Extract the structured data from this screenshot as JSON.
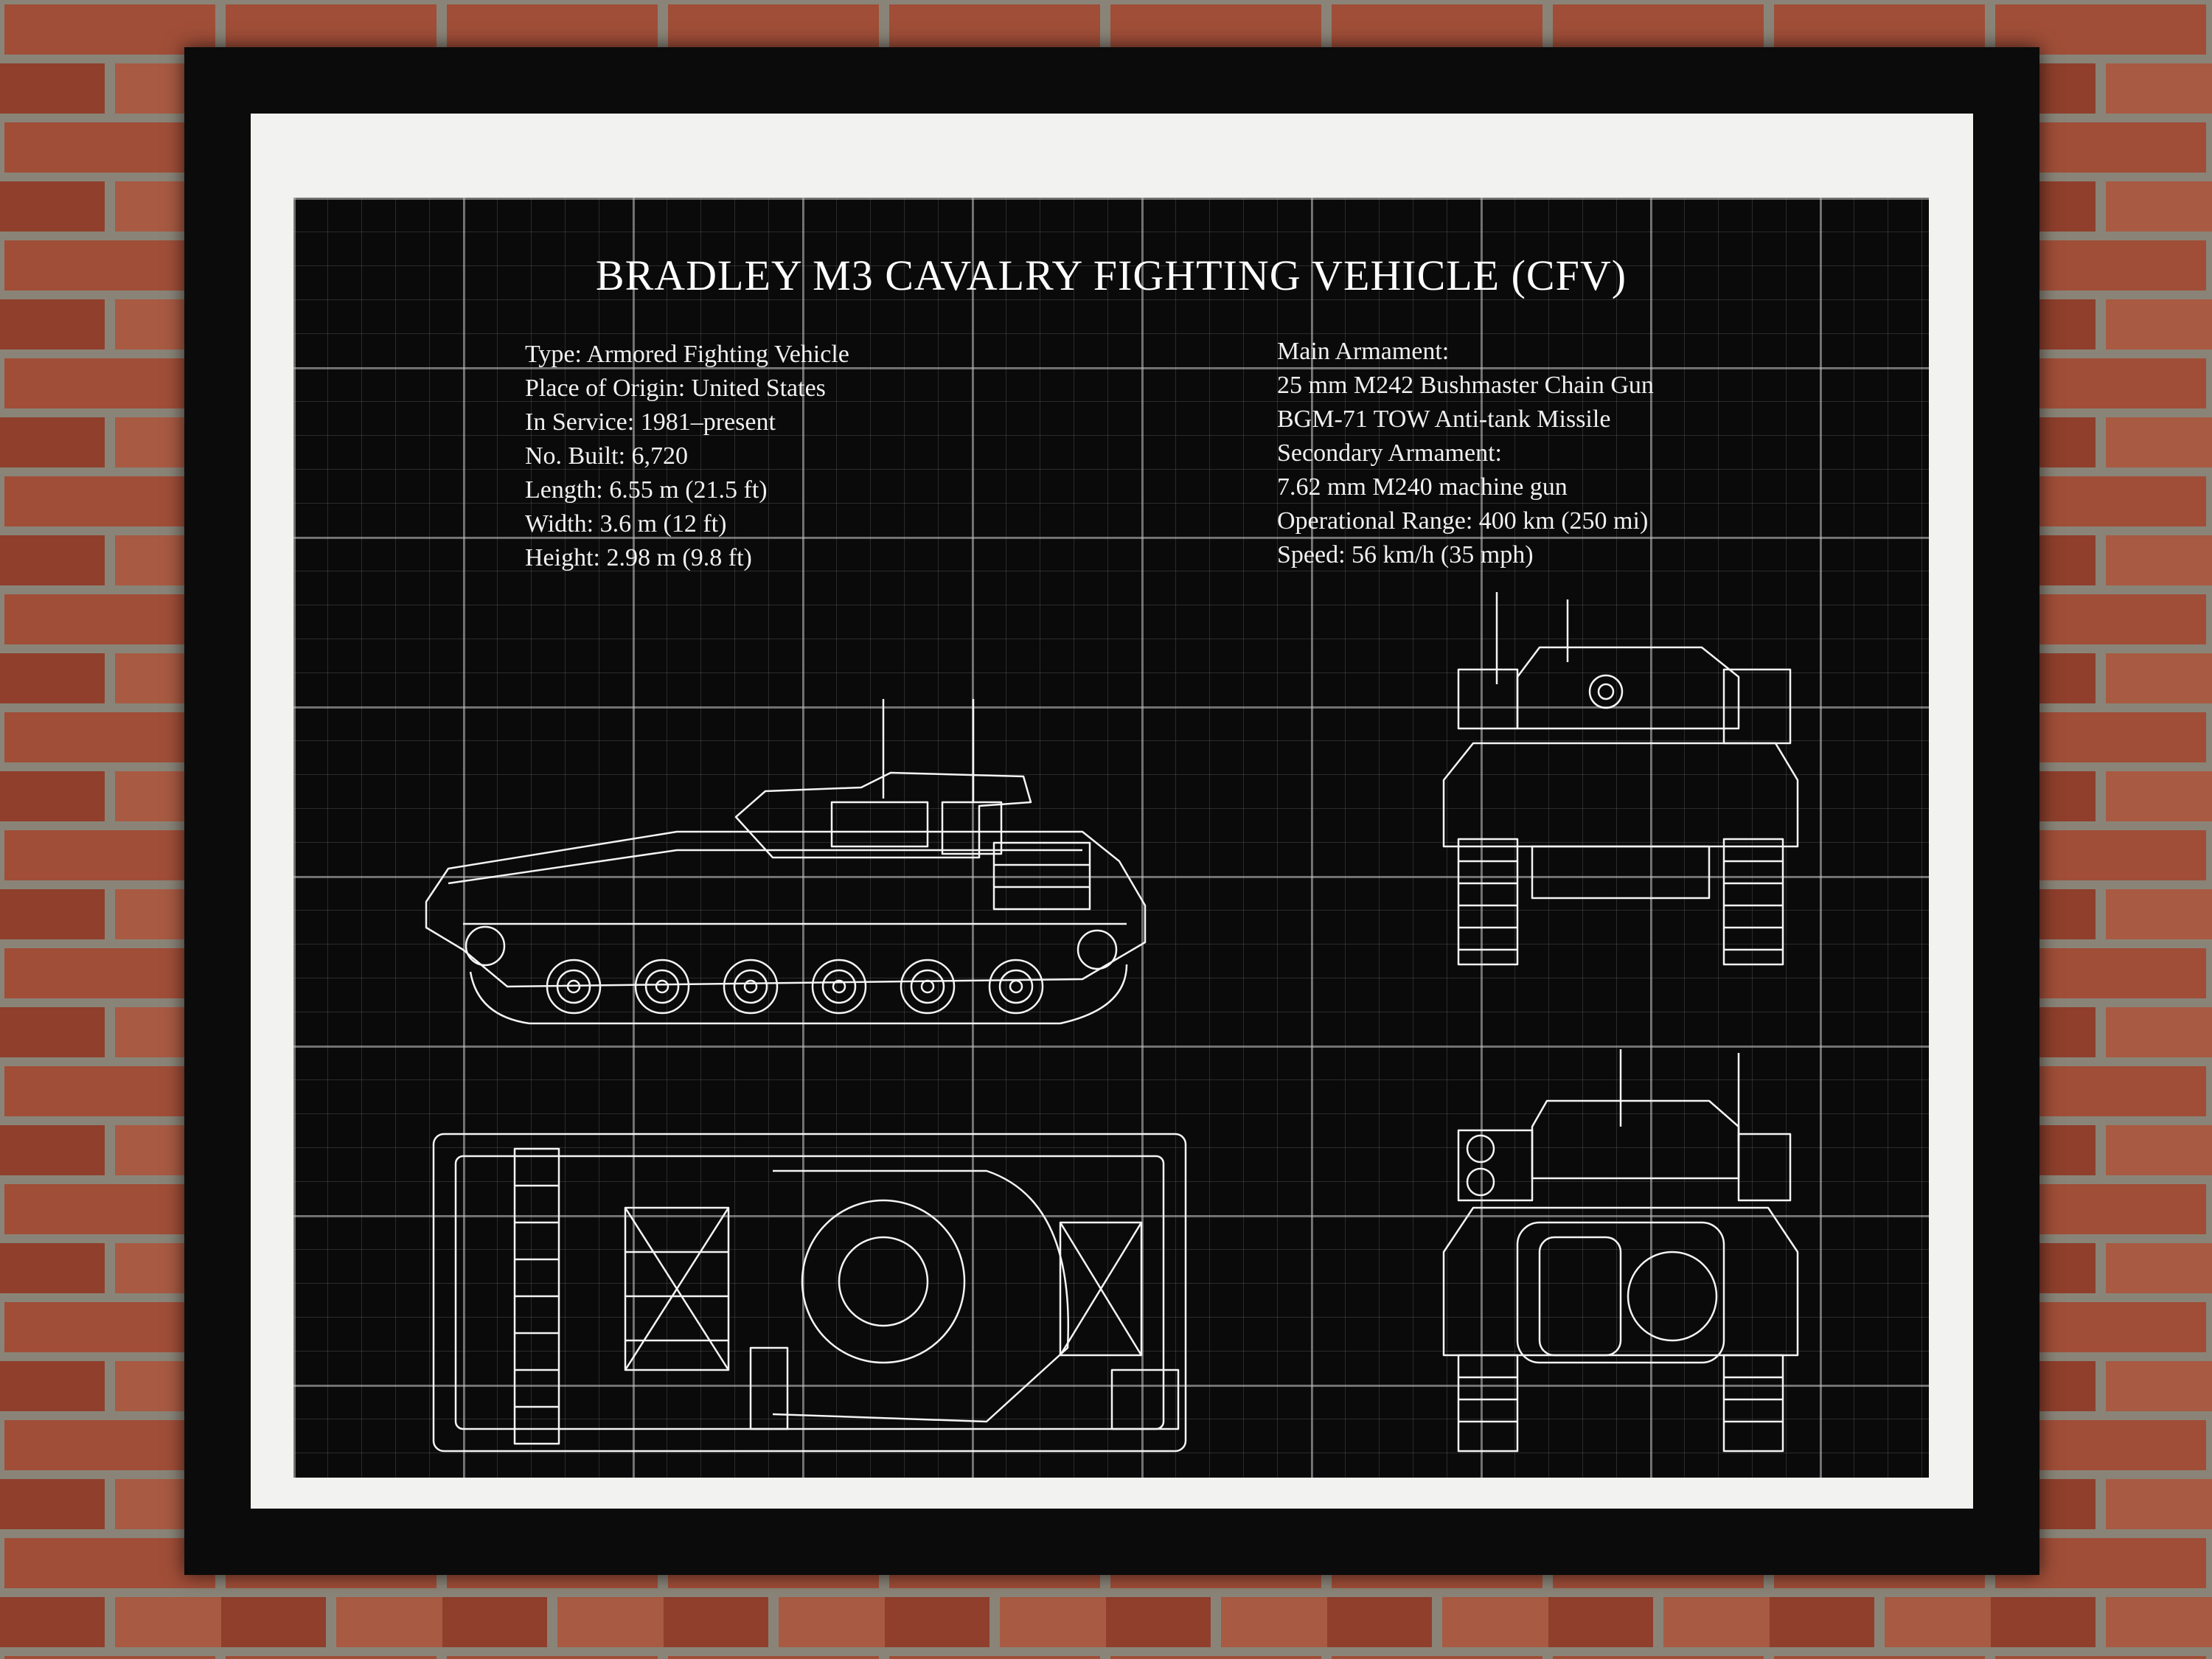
{
  "poster": {
    "title": "BRADLEY M3 CAVALRY FIGHTING VEHICLE (CFV)",
    "specs_left": [
      "Type: Armored Fighting Vehicle",
      "Place of Origin: United States",
      "In Service: 1981–present",
      "No. Built: 6,720",
      "Length: 6.55 m (21.5 ft)",
      "Width: 3.6 m (12 ft)",
      "Height: 2.98 m (9.8 ft)"
    ],
    "specs_right": [
      "Main Armament:",
      "25 mm M242 Bushmaster Chain Gun",
      "BGM-71 TOW Anti-tank Missile",
      "Secondary Armament:",
      "7.62 mm M240 machine gun",
      "Operational Range: 400 km (250 mi)",
      "Speed: 56 km/h (35 mph)"
    ]
  },
  "colors": {
    "wall_brick": "#9c4a35",
    "mortar": "#8a8478",
    "frame": "#0b0b0b",
    "mat": "#f2f2f0",
    "print_background": "#0a0a0a",
    "line_art": "#f4f4f4"
  }
}
